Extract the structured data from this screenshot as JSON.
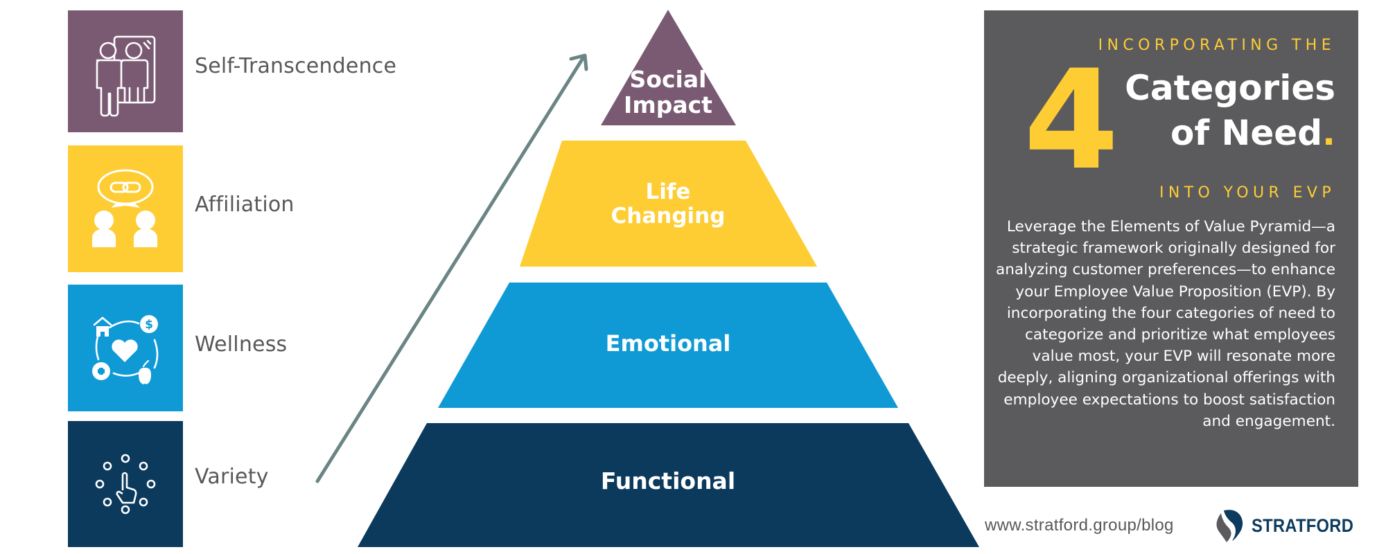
{
  "categories": [
    {
      "label": "Self-Transcendence",
      "icon": "people-mirror-icon",
      "color": "#7a5a73",
      "layer": "Social Impact"
    },
    {
      "label": "Affiliation",
      "icon": "people-link-speech-icon",
      "color": "#fecd34",
      "layer": "Life Changing"
    },
    {
      "label": "Wellness",
      "icon": "wellness-cycle-icon",
      "color": "#0f9ad6",
      "layer": "Emotional"
    },
    {
      "label": "Variety",
      "icon": "hand-pointer-options-icon",
      "color": "#0c3a5c",
      "layer": "Functional"
    }
  ],
  "pyramid": {
    "layers": [
      {
        "line1": "Social",
        "line2": "Impact",
        "color": "#7a5a73"
      },
      {
        "line1": "Life",
        "line2": "Changing",
        "color": "#fecd34"
      },
      {
        "line1": "Emotional",
        "line2": "",
        "color": "#0f9ad6"
      },
      {
        "line1": "Functional",
        "line2": "",
        "color": "#0c3a5c"
      }
    ],
    "arrow_color": "#6a8584",
    "arrow_icon": "upward-arrow-icon"
  },
  "panel": {
    "kicker_top": "INCORPORATING THE",
    "number": "4",
    "headline_line1": "Categories",
    "headline_line2": "of Need",
    "headline_dot": ".",
    "kicker_bottom": "INTO YOUR EVP",
    "body": "Leverage the Elements of Value Pyramid—a strategic framework originally designed for analyzing customer preferences—to enhance your Employee Value Proposition (EVP). By incorporating the four categories of need to categorize and prioritize what employees value most, your EVP will resonate more deeply, aligning organizational offerings with employee expectations to boost satisfaction and engagement.",
    "background": "#5b5b5d",
    "accent": "#fecd34"
  },
  "footer": {
    "url": "www.stratford.group/blog",
    "logo_text": "STRATFORD",
    "logo_icon": "stratford-s-logo-icon",
    "logo_color": "#0d3b5e"
  }
}
